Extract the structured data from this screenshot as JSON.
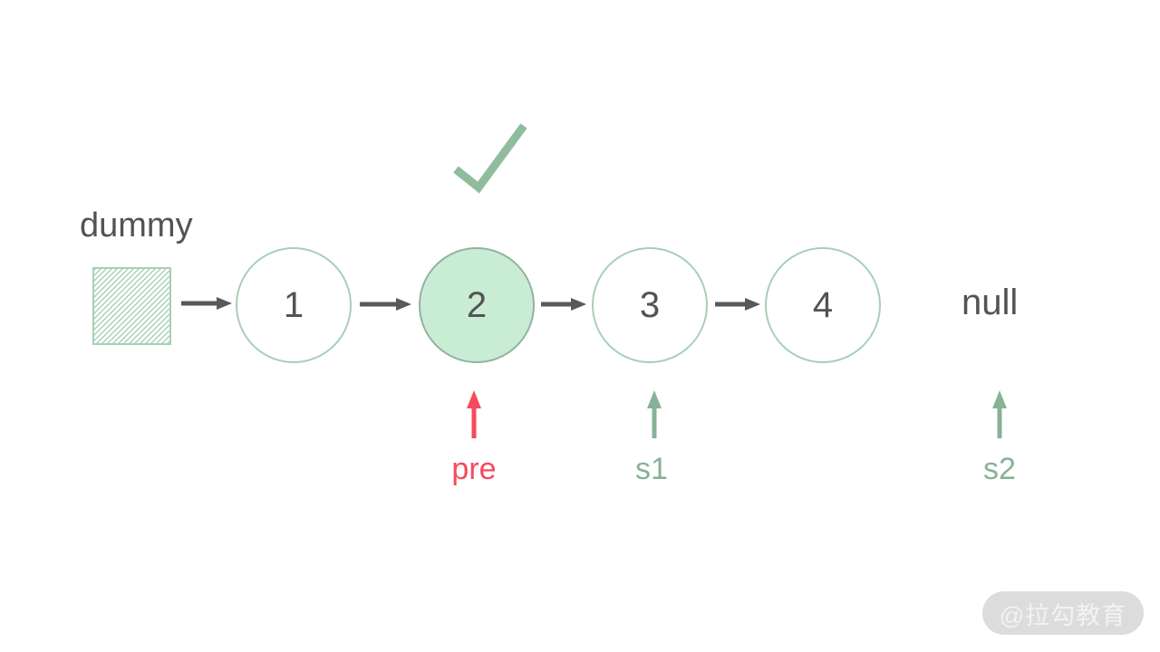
{
  "diagram": {
    "dummy_label": "dummy",
    "null_label": "null",
    "nodes": [
      {
        "label": "1",
        "highlighted": false
      },
      {
        "label": "2",
        "highlighted": true
      },
      {
        "label": "3",
        "highlighted": false
      },
      {
        "label": "4",
        "highlighted": false
      }
    ],
    "pointers": [
      {
        "label": "pre",
        "color": "#f54a5e"
      },
      {
        "label": "s1",
        "color": "#87b295"
      },
      {
        "label": "s2",
        "color": "#87b295"
      }
    ]
  },
  "watermark": {
    "text": "@拉勾教育"
  },
  "colors": {
    "text_dark": "#515456",
    "node_border": "#a8cfb5",
    "node_fill": "#c9ecd4",
    "hatch_green": "#9ecbae",
    "arrow": "#58595b",
    "pointer_red": "#f54a5e",
    "pointer_green": "#87b295",
    "check_green": "#8fbc9d",
    "watermark_bg": "#dcdcdc",
    "watermark_text": "#f2f2f2",
    "background": "#ffffff"
  }
}
